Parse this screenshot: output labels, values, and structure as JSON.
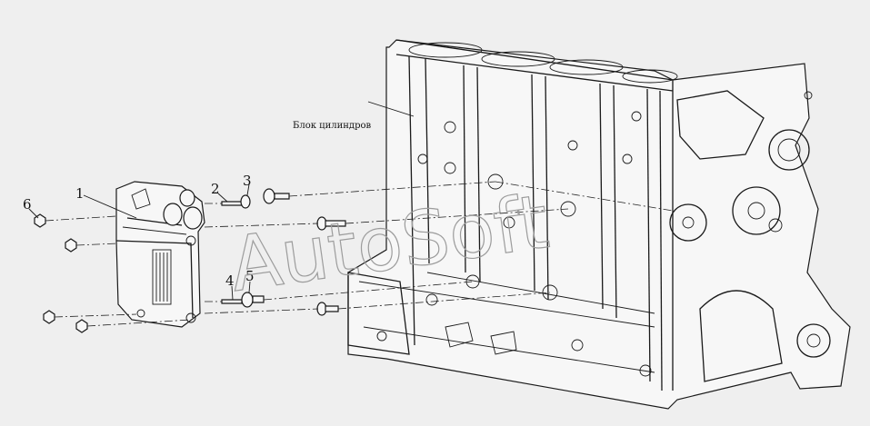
{
  "labels": {
    "block_caption": "Блок цилиндров",
    "callouts": [
      "1",
      "2",
      "3",
      "4",
      "5",
      "6"
    ]
  },
  "watermark": "AutoSoft",
  "colors": {
    "background": "#efefef",
    "line": "#1a1a1a",
    "watermark": "#9c9c9c"
  }
}
